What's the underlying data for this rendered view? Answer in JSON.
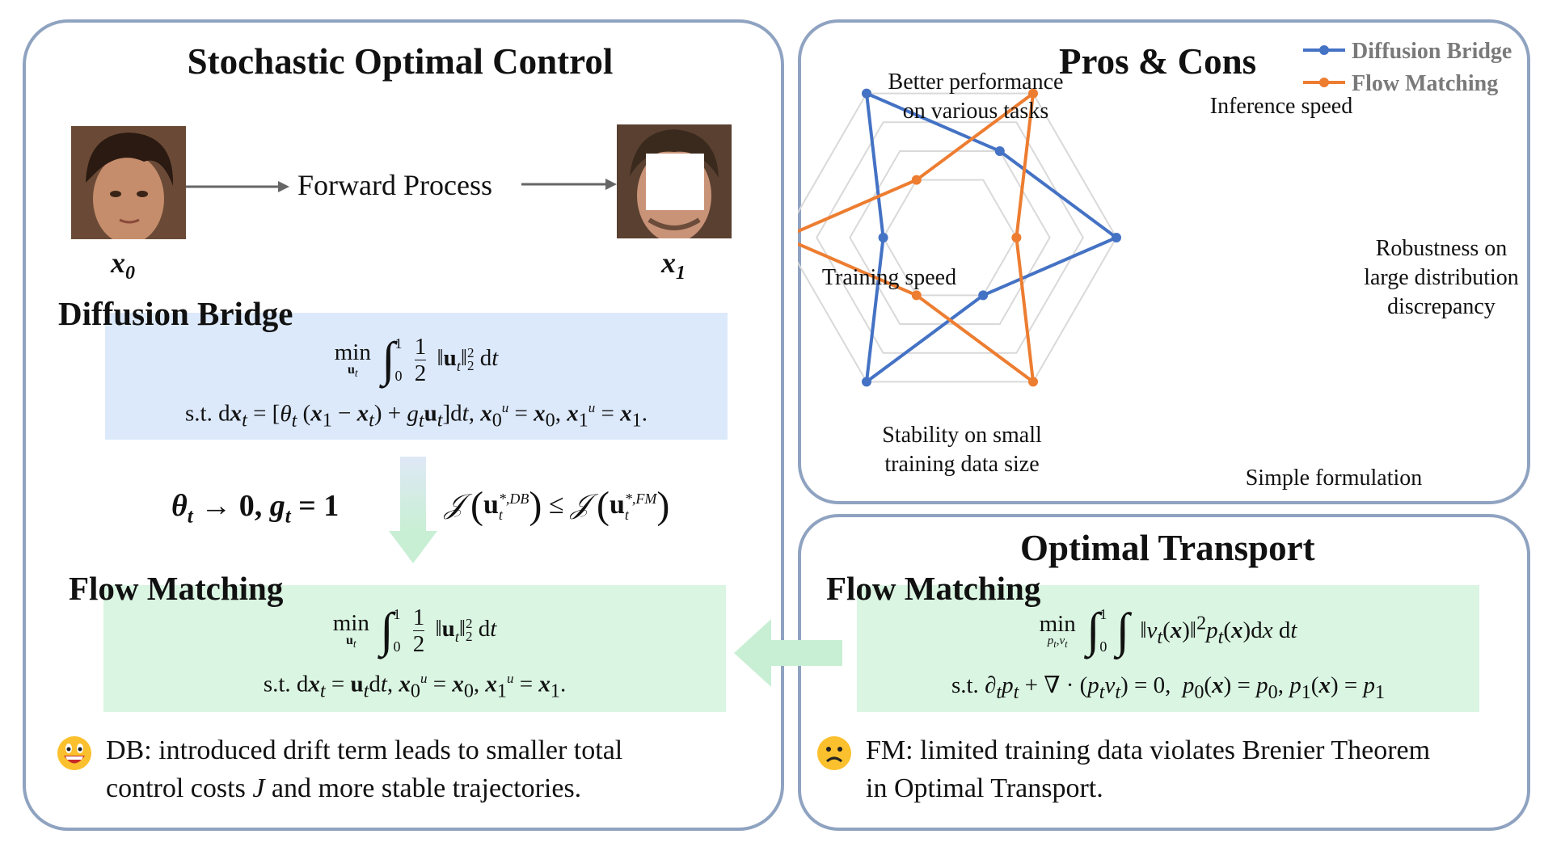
{
  "left_panel": {
    "title": "Stochastic Optimal Control",
    "forward_process": "Forward Process",
    "x0_label": "x",
    "x0_sub": "0",
    "x1_label": "x",
    "x1_sub": "1",
    "db_heading": "Diffusion Bridge",
    "db_eq1": "min ∫₀¹ ½‖u_t‖₂² dt",
    "db_eq2": "s.t. dx_t = [θ_t (x₁ − x_t) + g_t u_t]dt, x₀ᵘ = x₀, x₁ᵘ = x₁.",
    "condition": "θ_t → 0, g_t = 1",
    "inequality": "J(u_t^{*,DB}) ≤ J(u_t^{*,FM})",
    "fm_heading": "Flow Matching",
    "fm_eq1": "min ∫₀¹ ½‖u_t‖₂² dt",
    "fm_eq2": "s.t. dx_t = u_t dt, x₀ᵘ = x₀, x₁ᵘ = x₁.",
    "note_line1": "DB: introduced drift term leads to smaller total",
    "note_line2_a": "control costs ",
    "note_line2_b": "J",
    "note_line2_c": " and more stable trajectories."
  },
  "radar_panel": {
    "title": "Pros & Cons"
  },
  "ot_panel": {
    "title": "Optimal Transport",
    "fm_heading": "Flow Matching",
    "ot_eq1": "min ∫₀¹ ∫ ‖v_t(x)‖² p_t(x)dx dt",
    "ot_eq2": "s.t. ∂_t p_t + ∇·(p_t v_t) = 0, p₀(x) = p₀, p₁(x) = p₁",
    "note_line1": "FM: limited training data violates Brenier Theorem",
    "note_line2": "in Optimal Transport."
  },
  "colors": {
    "panel_border": "#8fa3c1",
    "db_box": "#dce9fb",
    "fm_box": "#daf5e2",
    "diffusion_bridge": "#4472c4",
    "flow_matching": "#ed7d31"
  },
  "chart_data": {
    "type": "radar",
    "axes": [
      "Inference speed",
      "Robustness on large distribution discrepancy",
      "Simple formulation",
      "Stability on small training data size",
      "Training speed",
      "Better performance on various tasks"
    ],
    "axis_label_lines": [
      [
        "Inference speed"
      ],
      [
        "Robustness on",
        "large distribution",
        "discrepancy"
      ],
      [
        "Simple formulation"
      ],
      [
        "Stability on small",
        "training data size"
      ],
      [
        "Training speed"
      ],
      [
        "Better performance",
        "on various tasks"
      ]
    ],
    "rlim": [
      0,
      5
    ],
    "rings": 4,
    "series": [
      {
        "name": "Diffusion Bridge",
        "color": "#4472c4",
        "values": [
          3,
          5,
          2,
          5,
          2,
          5
        ]
      },
      {
        "name": "Flow Matching",
        "color": "#ed7d31",
        "values": [
          5,
          2,
          5,
          2,
          5,
          2
        ]
      }
    ],
    "legend_position": "top-right"
  }
}
